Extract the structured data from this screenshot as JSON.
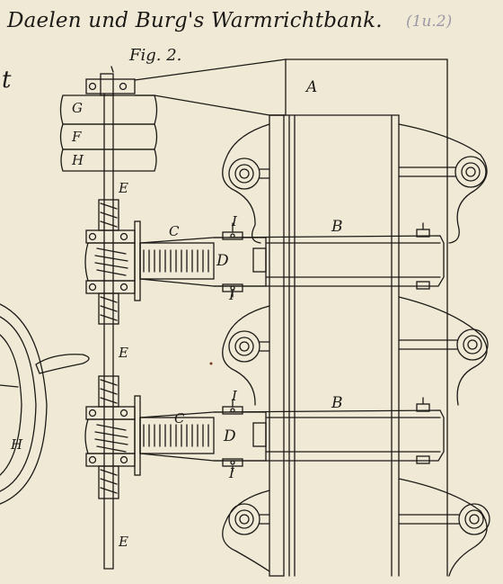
{
  "title": "Daelen und Burg's Warmrichtbank.",
  "title_note": "(1u.2)",
  "figure_label": "Fig. 2.",
  "edge_glyph": "t",
  "labels": {
    "A": "A",
    "G": "G",
    "F": "F",
    "H_drum": "H",
    "E_top": "E",
    "E_mid": "E",
    "E_bottom": "E",
    "C_upper": "C",
    "C_lower": "C",
    "D_upper": "D",
    "D_lower": "D",
    "B_upper": "B",
    "B_lower": "B",
    "I_upper_top": "I",
    "I_upper_bottom": "I",
    "I_lower_top": "I",
    "I_lower_bottom": "I",
    "H_wheel": "H"
  },
  "colors": {
    "paper": "#efe9d6",
    "ink": "#1c1a16",
    "pencil_note": "#9c98a6"
  }
}
